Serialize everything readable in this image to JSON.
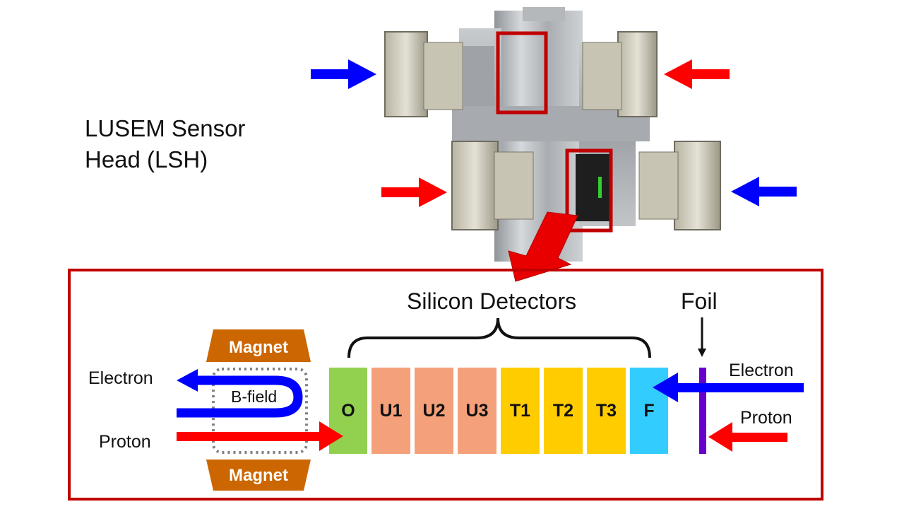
{
  "title_lines": [
    "LUSEM Sensor",
    "Head (LSH)"
  ],
  "labels": {
    "silicon_detectors": "Silicon Detectors",
    "foil": "Foil",
    "magnet_top": "Magnet",
    "magnet_bottom": "Magnet",
    "bfield": "B-field",
    "electron_left": "Electron",
    "proton_left": "Proton",
    "electron_right": "Electron",
    "proton_right": "Proton"
  },
  "detectors": [
    {
      "label": "O",
      "color": "#92d050"
    },
    {
      "label": "U1",
      "color": "#f4a07a"
    },
    {
      "label": "U2",
      "color": "#f4a07a"
    },
    {
      "label": "U3",
      "color": "#f4a07a"
    },
    {
      "label": "T1",
      "color": "#ffcc00"
    },
    {
      "label": "T2",
      "color": "#ffcc00"
    },
    {
      "label": "T3",
      "color": "#ffcc00"
    },
    {
      "label": "F",
      "color": "#33ccff"
    }
  ],
  "colors": {
    "electron": "#0000ff",
    "proton": "#ff0000",
    "frame": "#c00000",
    "magnet": "#cc6600",
    "foil": "#6600cc"
  }
}
